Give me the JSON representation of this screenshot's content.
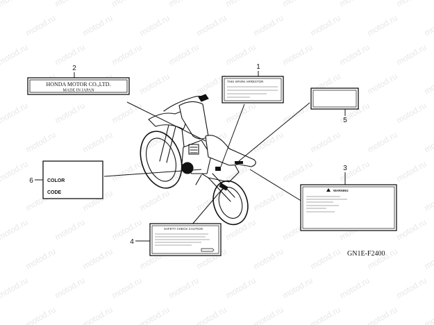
{
  "watermark": "motod.ru",
  "figure_code": "GN1E-F2400",
  "callouts": {
    "c1": "1",
    "c2": "2",
    "c3": "3",
    "c4": "4",
    "c5": "5",
    "c6": "6"
  },
  "labels": {
    "honda_line1": "HONDA MOTOR CO.,LTD.",
    "honda_line2": "MADE IN JAPAN",
    "spark_arrester": "THIS SPARK ARRESTOR",
    "warning": "WARNING",
    "safety": "SAFETY CHECK CAUTION",
    "color": "COLOR",
    "code": "CODE"
  }
}
